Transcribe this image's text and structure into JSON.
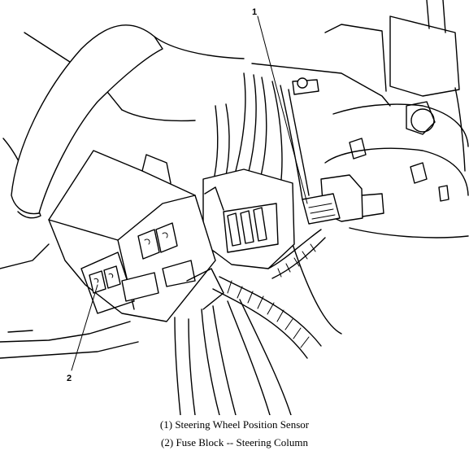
{
  "callouts": [
    {
      "number": "1"
    },
    {
      "number": "2"
    }
  ],
  "legend": [
    {
      "text": "(1) Steering Wheel Position Sensor"
    },
    {
      "text": "(2) Fuse Block -- Steering Column"
    }
  ]
}
